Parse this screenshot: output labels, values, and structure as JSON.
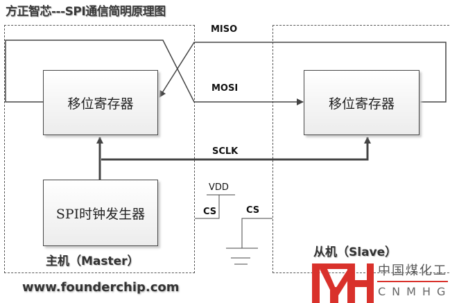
{
  "title": "方正智芯---SPI通信简明原理图",
  "master": {
    "label": "主机（Master）",
    "shift_register": "移位寄存器",
    "clock_generator": "SPI时钟发生器"
  },
  "slave": {
    "label": "从机（Slave）",
    "shift_register": "移位寄存器"
  },
  "signals": {
    "miso": "MISO",
    "mosi": "MOSI",
    "sclk": "SCLK",
    "vdd": "VDD",
    "cs_master": "CS",
    "cs_slave": "CS"
  },
  "footer": {
    "url": "www.founderchip.com"
  },
  "watermark": {
    "mark": "MH",
    "name_cn": "中国煤化工",
    "name_en": "CNMHG",
    "color": "#d9312b"
  },
  "colors": {
    "line": "#444444",
    "dash": "#555555"
  }
}
